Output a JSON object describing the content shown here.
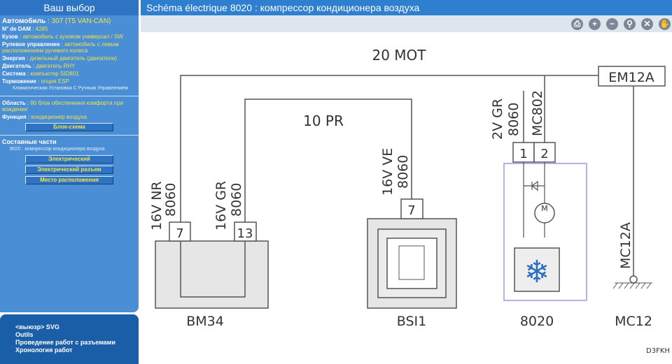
{
  "sidebar": {
    "title": "Ваш выбор",
    "fields": [
      {
        "label": "Автомобиль",
        "value": "307 (T5 VAN-CAN)"
      },
      {
        "label": "N° de DAM",
        "value": "4285"
      },
      {
        "label": "Кузов",
        "value": "автомобиль с кузовом универсал / SW"
      },
      {
        "label": "Рулевое управление",
        "value": "автомобиль с левым расположением рулевого колеса"
      },
      {
        "label": "Энергия",
        "value": "дизельный двигатель (двигатели)"
      },
      {
        "label": "Двигатель",
        "value": "двигатель RHY"
      },
      {
        "label": "Система",
        "value": "компьютер SID801"
      },
      {
        "label": "Торможение",
        "value": "опция ESP"
      }
    ],
    "note": "Климатическая Установка С Ручным Управлением",
    "area": {
      "label": "Область",
      "value": "80 блок обеспечения комфорта при вождении"
    },
    "function": {
      "label": "Функция",
      "value": "кондиционер воздуха"
    },
    "block_button": "Блок-схема",
    "parts_title": "Составные части",
    "part": "8020 : компрессор кондиционера воздуха",
    "buttons": [
      "Электрический",
      "Электрический разъем",
      "Место расположения"
    ]
  },
  "bottom_menu": [
    "<выюзр> SVG",
    "Outils",
    "Проведение работ с разъемами",
    "Хронология работ"
  ],
  "header": {
    "title": "Schéma électrique 8020 : компрессор кондиционера воздуха"
  },
  "toolbar": [
    "print-icon",
    "zoom-in-icon",
    "zoom-out-icon",
    "magnify-icon",
    "fit-icon",
    "hand-icon"
  ],
  "diagram": {
    "wire_top": "20 MOT",
    "wire_mid": "10 PR",
    "bm34_pin1_label": [
      "16V NR",
      "8060"
    ],
    "bm34_pin1": "7",
    "bm34_pin2_label": [
      "16V GR",
      "8060"
    ],
    "bm34_pin2": "13",
    "bsi_pin_label": [
      "16V VE",
      "8060"
    ],
    "bsi_pin": "7",
    "c8020_pin1_label": [
      "2V GR",
      "8060"
    ],
    "c8020_pin1": "1",
    "c8020_pin2_label": "MC802",
    "c8020_pin2": "2",
    "motor": "M",
    "em": "EM12A",
    "mc_wire": "MC12A",
    "components": [
      "BM34",
      "BSI1",
      "8020",
      "MC12"
    ],
    "ref": "D3FKH"
  }
}
